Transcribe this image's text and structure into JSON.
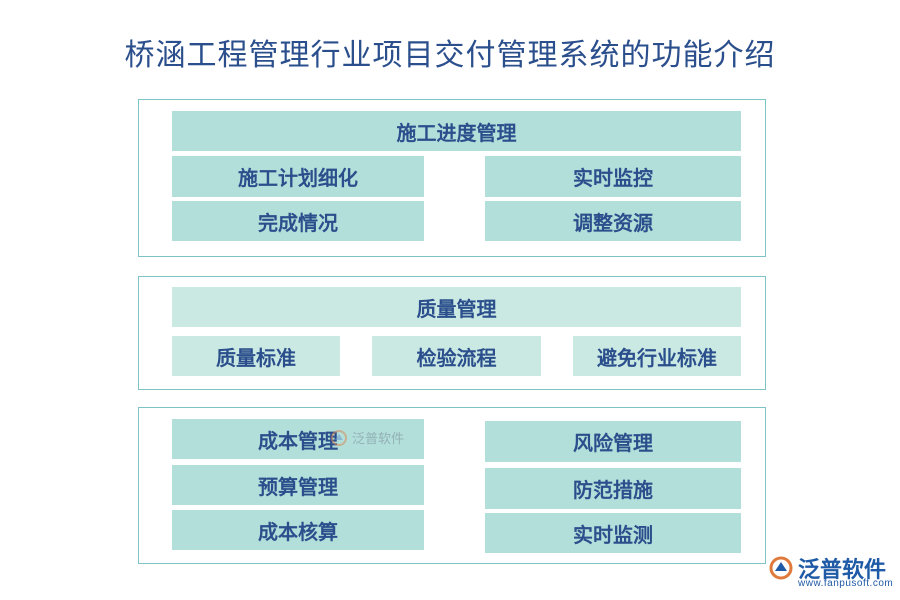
{
  "title": "桥涵工程管理行业项目交付管理系统的功能介绍",
  "section1": {
    "header": "施工进度管理",
    "left": [
      "施工计划细化",
      "完成情况"
    ],
    "right": [
      "实时监控",
      "调整资源"
    ]
  },
  "section2": {
    "header": "质量管理",
    "items": [
      "质量标准",
      "检验流程",
      "避免行业标准"
    ]
  },
  "section3": {
    "left": [
      "成本管理",
      "预算管理",
      "成本核算"
    ],
    "right": [
      "风险管理",
      "防范措施",
      "实时监测"
    ]
  },
  "watermark": {
    "text": "泛普软件"
  },
  "logo": {
    "name": "泛普软件",
    "url": "www.fanpusoft.com"
  },
  "colors": {
    "title": "#2b4f8c",
    "box_dark": "#b2dfd9",
    "box_light": "#cbe9e3",
    "border": "#7ec4c6"
  }
}
